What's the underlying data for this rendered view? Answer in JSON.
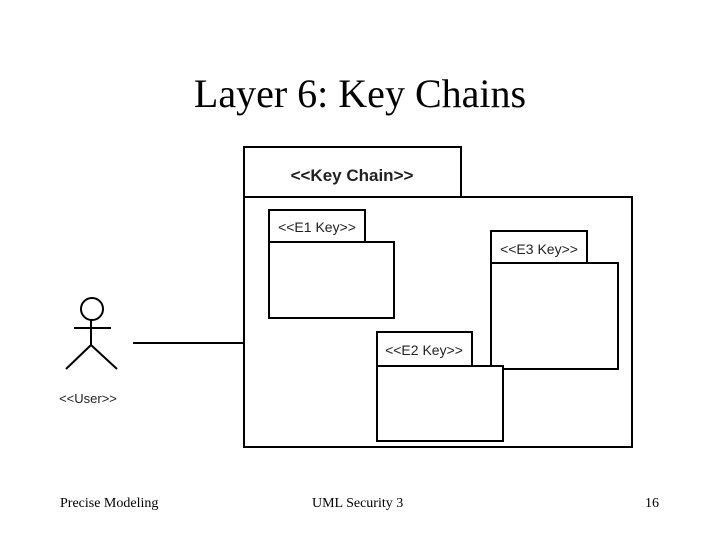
{
  "slide": {
    "title": "Layer 6: Key Chains",
    "footer_left": "Precise Modeling",
    "footer_center": "UML Security 3",
    "page_number": "16"
  },
  "diagram": {
    "actor_label": "<<User>>",
    "container_label": "<<Key Chain>>",
    "packages": [
      {
        "label": "<<E1 Key>>"
      },
      {
        "label": "<<E2 Key>>"
      },
      {
        "label": "<<E3 Key>>"
      }
    ]
  }
}
